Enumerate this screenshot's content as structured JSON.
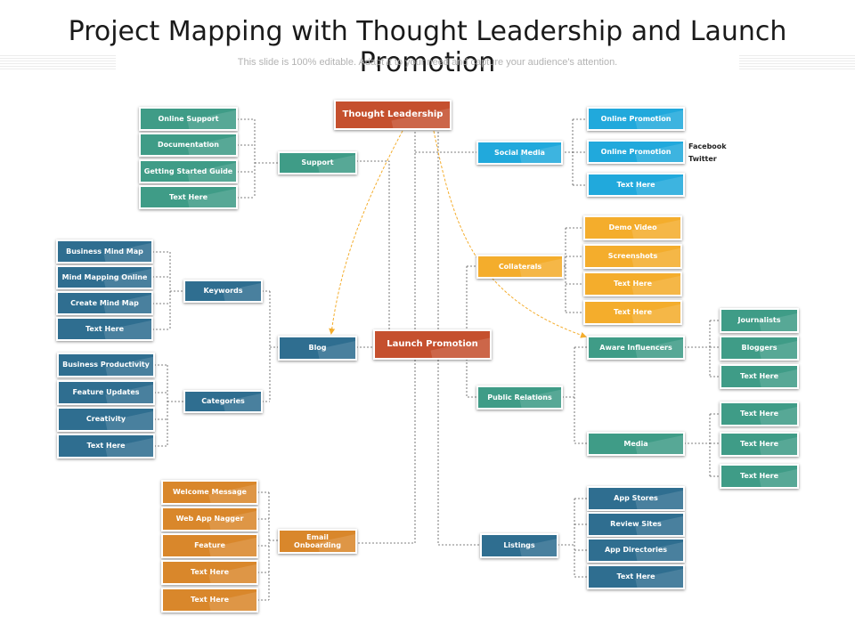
{
  "title": "Project Mapping with Thought Leadership and Launch Promotion",
  "subtitle": "This slide is 100% editable. Adapt it to your need and capture your audience's attention.",
  "colors": {
    "teal": "#3f9c87",
    "blue": "#2f6e90",
    "cyan": "#21a9dc",
    "yellow": "#f4ad2c",
    "orange": "#d9872b",
    "red": "#c5502e",
    "arrow": "#f4ad2c"
  },
  "nodes": {
    "thought_leadership": "Thought Leadership",
    "launch_promotion": "Launch Promotion",
    "support": "Support",
    "support_items": [
      "Online Support",
      "Documentation",
      "Getting Started Guide",
      "Text Here"
    ],
    "keywords": "Keywords",
    "keywords_items": [
      "Business Mind Map",
      "Mind Mapping Online",
      "Create Mind Map",
      "Text Here"
    ],
    "categories": "Categories",
    "categories_items": [
      "Business Productivity",
      "Feature Updates",
      "Creativity",
      "Text Here"
    ],
    "blog": "Blog",
    "email": "Email Onboarding",
    "email_items": [
      "Welcome Message",
      "Web App Nagger",
      "Feature",
      "Text Here",
      "Text Here"
    ],
    "social": "Social Media",
    "social_items": [
      "Online Promotion",
      "Online Promotion",
      "Text Here"
    ],
    "social_notes": [
      "Facebook",
      "Twitter"
    ],
    "collaterals": "Collaterals",
    "collaterals_items": [
      "Demo Video",
      "Screenshots",
      "Text Here",
      "Text Here"
    ],
    "aware": "Aware Influencers",
    "aware_items": [
      "Journalists",
      "Bloggers",
      "Text Here"
    ],
    "media": "Media",
    "media_items": [
      "Text Here",
      "Text Here",
      "Text Here"
    ],
    "pr": "Public Relations",
    "listings": "Listings",
    "listings_items": [
      "App Stores",
      "Review Sites",
      "App Directories",
      "Text Here"
    ]
  }
}
